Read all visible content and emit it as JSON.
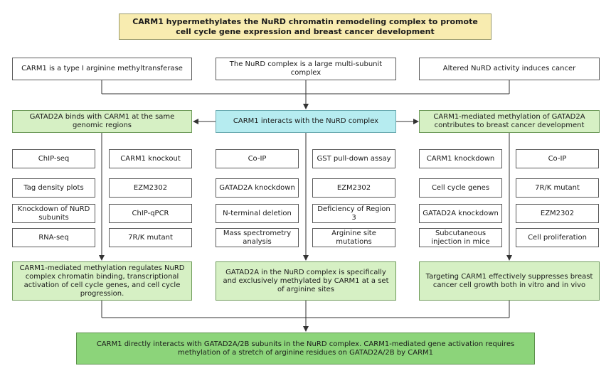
{
  "title": "CARM1 hypermethylates the NuRD chromatin remodeling complex to promote cell cycle gene expression and breast cancer development",
  "premises": [
    "CARM1 is a type I arginine methyltransferase",
    "The NuRD complex is a large multi-subunit complex",
    "Altered NuRD activity induces cancer"
  ],
  "center": "CARM1 interacts with the NuRD complex",
  "left_finding": "GATAD2A binds with CARM1 at the same genomic regions",
  "right_finding": "CARM1-mediated methylation of GATAD2A contributes to breast cancer development",
  "methods": {
    "left": [
      [
        "ChIP-seq",
        "CARM1 knockout"
      ],
      [
        "Tag density plots",
        "EZM2302"
      ],
      [
        "Knockdown of NuRD subunits",
        "ChIP-qPCR"
      ],
      [
        "RNA-seq",
        "7R/K mutant"
      ]
    ],
    "center": [
      [
        "Co-IP",
        "GST pull-down assay"
      ],
      [
        "GATAD2A knockdown",
        "EZM2302"
      ],
      [
        "N-terminal deletion",
        "Deficiency of Region 3"
      ],
      [
        "Mass spectrometry analysis",
        "Arginine site mutations"
      ]
    ],
    "right": [
      [
        "CARM1 knockdown",
        "Co-IP"
      ],
      [
        "Cell cycle genes",
        "7R/K mutant"
      ],
      [
        "GATAD2A knockdown",
        "EZM2302"
      ],
      [
        "Subcutaneous injection in mice",
        "Cell proliferation"
      ]
    ]
  },
  "conclusions": [
    "CARM1-mediated methylation regulates NuRD complex chromatin binding, transcriptional activation of cell cycle genes, and cell cycle progression.",
    "GATAD2A in the NuRD complex is specifically and exclusively methylated by CARM1 at a set of arginine sites",
    "Targeting CARM1 effectively suppresses breast cancer cell growth both in vitro and in vivo"
  ],
  "final": "CARM1 directly interacts with GATAD2A/2B subunits in the NuRD complex. CARM1-mediated gene activation requires methylation of a stretch of arginine residues on GATAD2A/2B by CARM1",
  "colors": {
    "title_bg": "#f8ecb0",
    "core_bg": "#b6ecf0",
    "finding_bg": "#d6f0c4",
    "final_bg": "#8cd47a"
  }
}
